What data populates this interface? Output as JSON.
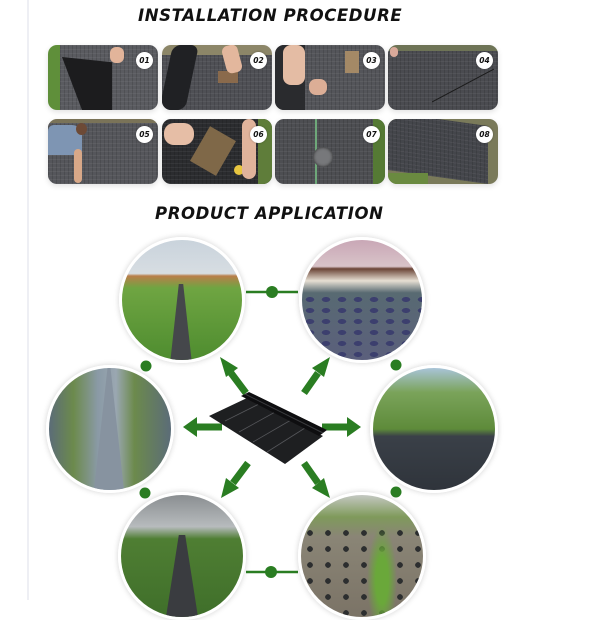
{
  "installation": {
    "title": "INSTALLATION PROCEDURE",
    "steps": [
      {
        "number": "01",
        "scene": "lay-out-fabric"
      },
      {
        "number": "02",
        "scene": "unroll-and-weigh-down"
      },
      {
        "number": "03",
        "scene": "secure-with-bricks"
      },
      {
        "number": "04",
        "scene": "overlap-edges"
      },
      {
        "number": "05",
        "scene": "smooth-fabric"
      },
      {
        "number": "06",
        "scene": "hammer-pegs"
      },
      {
        "number": "07",
        "scene": "pin-with-washer"
      },
      {
        "number": "08",
        "scene": "finished-cover"
      }
    ]
  },
  "application": {
    "title": "PRODUCT APPLICATION",
    "center_product": "weed-barrier-fabric-roll",
    "uses": [
      {
        "position": "top-left",
        "scene": "greenhouse-vegetable-rows"
      },
      {
        "position": "top-right",
        "scene": "greenhouse-potted-seedlings"
      },
      {
        "position": "left",
        "scene": "open-field-crop-rows"
      },
      {
        "position": "right",
        "scene": "landscape-ground-cover"
      },
      {
        "position": "bottom-left",
        "scene": "shade-house-nursery"
      },
      {
        "position": "bottom-right",
        "scene": "orchard-potted-saplings"
      }
    ]
  },
  "colors": {
    "accent_green": "#2a7d22",
    "title_text": "#111111",
    "fabric": "#3b3c3f",
    "background": "#ffffff"
  }
}
